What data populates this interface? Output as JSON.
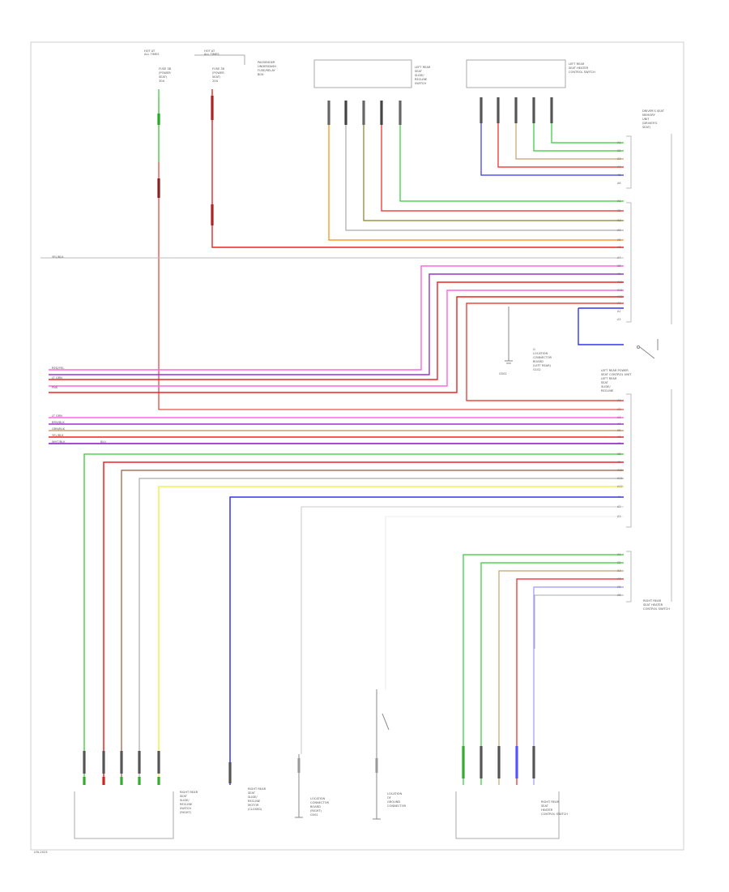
{
  "diagram": {
    "footer_code": "LFA-2023",
    "fuses": [
      {
        "id": "fuse-left",
        "title": [
          "HOT AT",
          "ALL TIMES"
        ],
        "text": [
          "FUSE 3B",
          "(POWER",
          "SEAT)",
          "30A"
        ]
      },
      {
        "id": "fuse-right",
        "title": [
          "HOT AT",
          "ALL TIMES"
        ],
        "text": [
          "FUSE 38",
          "(POWER",
          "SEAT)",
          "20A"
        ]
      }
    ],
    "passenger_text": [
      "PASSENGER",
      "UNDERDASH",
      "FUSE/RELAY",
      "BOX"
    ],
    "top_components": [
      {
        "id": "left-rear-switch",
        "text": [
          "LEFT REAR",
          "SEAT",
          "SLIDE/",
          "RECLINE",
          "SWITCH"
        ]
      },
      {
        "id": "left-heater-switch",
        "text": [
          "LEFT REAR",
          "SEAT HEATER",
          "CONTROL SWITCH"
        ]
      }
    ],
    "right_upper_text": [
      "DRIVER'S SEAT",
      "MEMORY",
      "UNIT",
      "(DRIVER'S",
      "SEAT)"
    ],
    "right_middle_text": [
      "LEFT REAR POWER",
      "SEAT CONTROL UNIT",
      "LEFT REAR",
      "SEAT",
      "SLIDE/",
      "RECLINE"
    ],
    "right_lower_text": [
      "RIGHT REAR",
      "SEAT HEATER",
      "CONTROL SWITCH"
    ],
    "ground_mid_text": [
      "G",
      "LOCATION",
      "CONNECTOR",
      "BOARD",
      "(LEFT REAR)",
      "G102"
    ],
    "ground_mid_label": "G502",
    "bottom_components": [
      {
        "id": "rr-switch",
        "text": [
          "RIGHT REAR",
          "SEAT",
          "SLIDE/",
          "RECLINE",
          "SWITCH",
          "(RIGHT)"
        ]
      },
      {
        "id": "rr-motor",
        "text": [
          "RIGHT REAR",
          "SEAT",
          "SLIDE/",
          "RECLINE",
          "MOTOR",
          "(CLOSED)"
        ]
      },
      {
        "id": "gnd-a",
        "text": [
          "LOCATION",
          "CONNECTOR",
          "BOARD",
          "(RIGHT)",
          "G501"
        ]
      },
      {
        "id": "gnd-b",
        "text": [
          "LOCATION",
          "OF",
          "GROUND",
          "CONNECTOR"
        ]
      },
      {
        "id": "rr-heater",
        "text": [
          "RIGHT REAR",
          "SEAT",
          "HEATER",
          "CONTROL SWITCH"
        ]
      }
    ],
    "wire_labels": {
      "ylw_blk": "YEL/BLK",
      "red_yel": "RED/YEL",
      "lt_grn": "LT GRN",
      "pnk": "PNK",
      "brn_blk": "BRN/BLK",
      "grn_blk": "GRN/BLK",
      "blu": "BLU",
      "wht_blk": "WHT/BLK"
    },
    "pin_labels": [
      "A1",
      "A2",
      "A3",
      "A4",
      "A5",
      "A6",
      "A7",
      "A8",
      "A9",
      "A10",
      "A11",
      "A12"
    ]
  }
}
